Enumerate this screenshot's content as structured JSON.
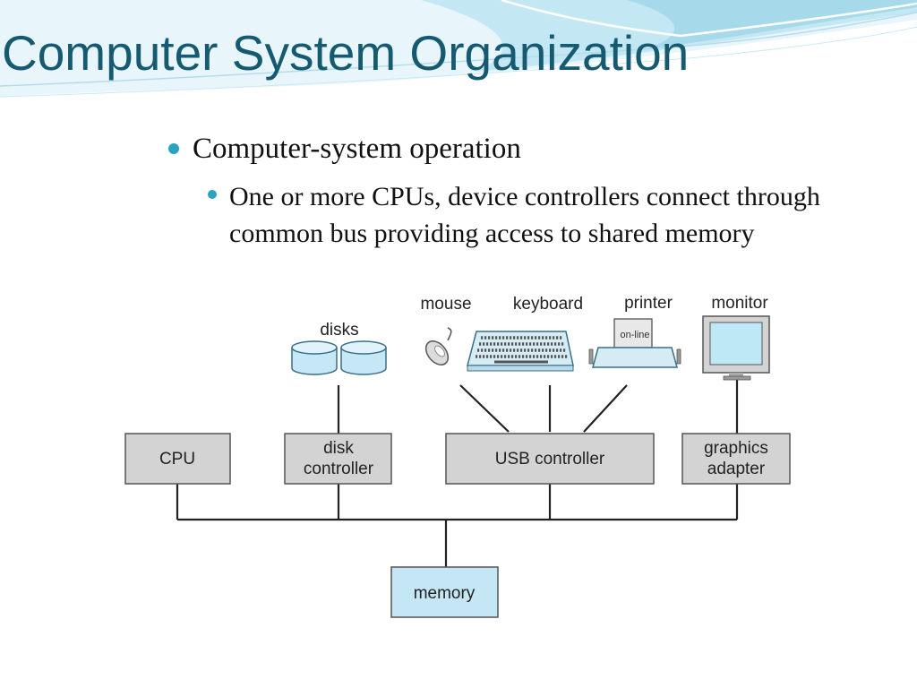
{
  "slide": {
    "title": "Computer System Organization",
    "bullets": [
      {
        "level": 1,
        "text": "Computer-system operation",
        "children": [
          {
            "level": 2,
            "text": "One or more CPUs, device controllers connect through common bus providing access to shared memory"
          }
        ]
      }
    ]
  },
  "diagram": {
    "devices": {
      "disks": "disks",
      "mouse": "mouse",
      "keyboard": "keyboard",
      "printer": "printer",
      "printer_status": "on-line",
      "monitor": "monitor"
    },
    "controllers": {
      "cpu": "CPU",
      "disk_controller": [
        "disk",
        "controller"
      ],
      "usb_controller": "USB controller",
      "graphics_adapter": [
        "graphics",
        "adapter"
      ]
    },
    "memory": "memory"
  },
  "colors": {
    "title": "#155a70",
    "bullet": "#2aa3c2",
    "controller_fill": "#d3d3d3",
    "memory_fill": "#c5e6f4",
    "disk_fill": "#c6e8f6",
    "wave_light": "#d4eef8",
    "wave_mid": "#a9dcee"
  }
}
